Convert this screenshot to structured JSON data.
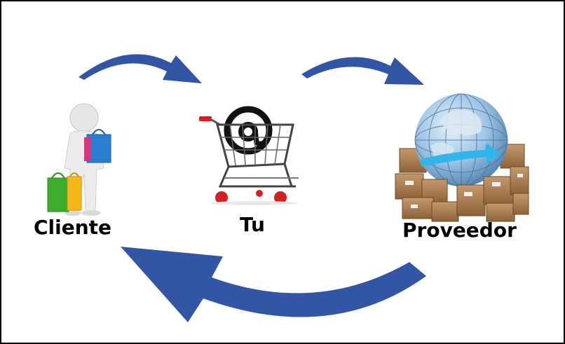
{
  "nodes": {
    "cliente": {
      "label": "Cliente",
      "icon": "shopper-with-bags-icon"
    },
    "tu": {
      "label": "Tu",
      "icon": "shopping-cart-at-symbol-icon"
    },
    "proveedor": {
      "label": "Proveedor",
      "icon": "globe-with-boxes-icon"
    }
  },
  "colors": {
    "arrow": "#3355a6",
    "border": "#000000",
    "background": "#ffffff",
    "label": "#000000"
  }
}
